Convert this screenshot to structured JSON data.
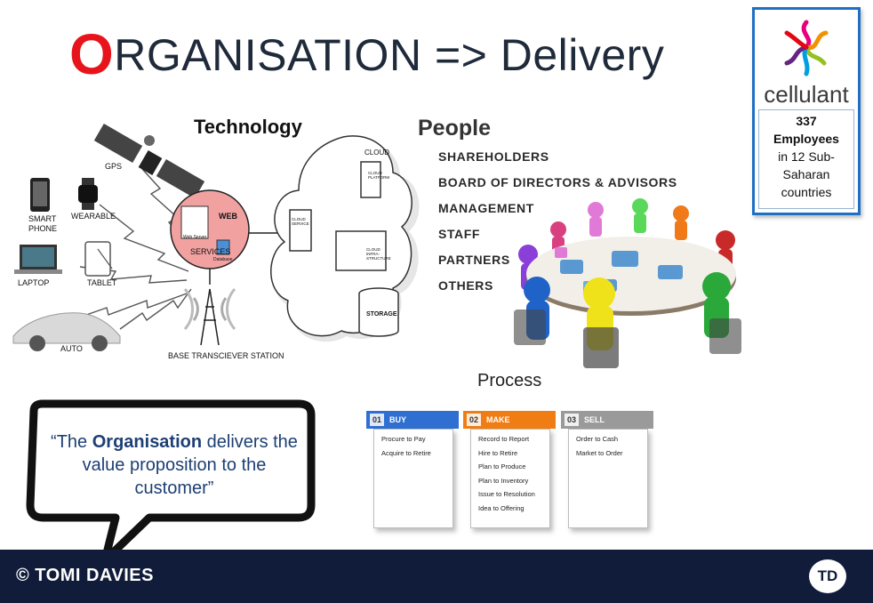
{
  "title": {
    "first_letter": "O",
    "rest": "RGANISATION => Delivery"
  },
  "logo": {
    "brand": "cellulant",
    "count": "337",
    "unit": "Employees",
    "line3": "in 12 Sub-",
    "line4": "Saharan",
    "line5": "countries"
  },
  "technology": {
    "heading": "Technology",
    "devices": {
      "gps": "GPS",
      "smart_phone_1": "SMART",
      "smart_phone_2": "PHONE",
      "wearable": "WEARABLE",
      "laptop": "LAPTOP",
      "tablet": "TABLET",
      "auto": "AUTO",
      "station": "BASE TRANSCIEVER STATION"
    },
    "server": {
      "web": "WEB",
      "services": "SERVICES",
      "web_server": "Web Server",
      "database": "Database"
    },
    "cloud": {
      "cloud": "CLOUD",
      "platform": "CLOUD PLATFORM",
      "service": "CLOUD SERVICE",
      "infra": "CLOUD INFRA-STRUCTURE",
      "storage": "STORAGE"
    }
  },
  "people": {
    "heading": "People",
    "items": [
      "SHAREHOLDERS",
      "BOARD OF DIRECTORS & ADVISORS",
      "MANAGEMENT",
      "STAFF",
      "PARTNERS",
      "OTHERS"
    ]
  },
  "quote": {
    "before": "“The ",
    "bold": "Organisation",
    "after": " delivers the value proposition to the customer”"
  },
  "process": {
    "heading": "Process",
    "columns": [
      {
        "num": "01",
        "label": "BUY",
        "color": "#2f6fd1",
        "items": [
          "Procure to Pay",
          "Acquire to Retire"
        ]
      },
      {
        "num": "02",
        "label": "MAKE",
        "color": "#f07d14",
        "items": [
          "Record to Report",
          "Hire to Retire",
          "Plan to Produce",
          "Plan to Inventory",
          "Issue to Resolution",
          "Idea to Offering"
        ]
      },
      {
        "num": "03",
        "label": "SELL",
        "color": "#9a9a9a",
        "items": [
          "Order to Cash",
          "Market to Order"
        ]
      }
    ]
  },
  "footer": {
    "copyright": "© TOMI DAVIES",
    "badge": "TD"
  },
  "colors": {
    "title_o": "#e8141c",
    "footer_bg": "#101c3a",
    "logo_border": "#1f6fc4",
    "quote_text": "#1d3f74"
  }
}
